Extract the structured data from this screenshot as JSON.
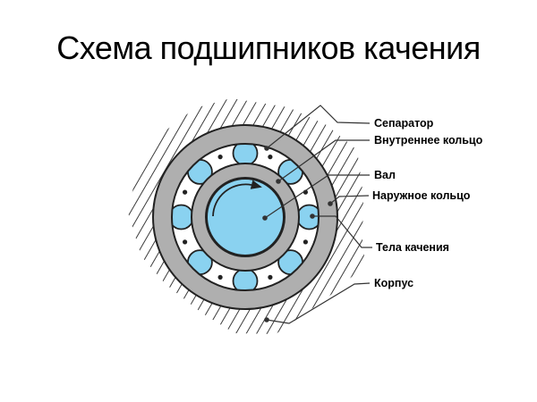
{
  "title": "Схема подшипников качения",
  "diagram": {
    "type": "labeled-bearing-cross-section",
    "callouts": [
      {
        "id": "separator",
        "text": "Сепаратор"
      },
      {
        "id": "inner-ring",
        "text": "Внутреннее кольцо"
      },
      {
        "id": "shaft",
        "text": "Вал"
      },
      {
        "id": "outer-ring",
        "text": "Наружное кольцо"
      },
      {
        "id": "rolling-elements",
        "text": "Тела качения"
      },
      {
        "id": "housing",
        "text": "Корпус"
      }
    ],
    "ball_count": 8,
    "cage_rivet_count": 8,
    "rotation_arrow": "clockwise"
  },
  "colors": {
    "background": "#ffffff",
    "text": "#000000",
    "ball-blue": "#8ad2f0",
    "ring-gray": "#afafaf",
    "cage-white": "#ffffff",
    "outline-dark": "#222222",
    "hatch-line": "#3c3c3c",
    "leader-line": "#333333"
  }
}
